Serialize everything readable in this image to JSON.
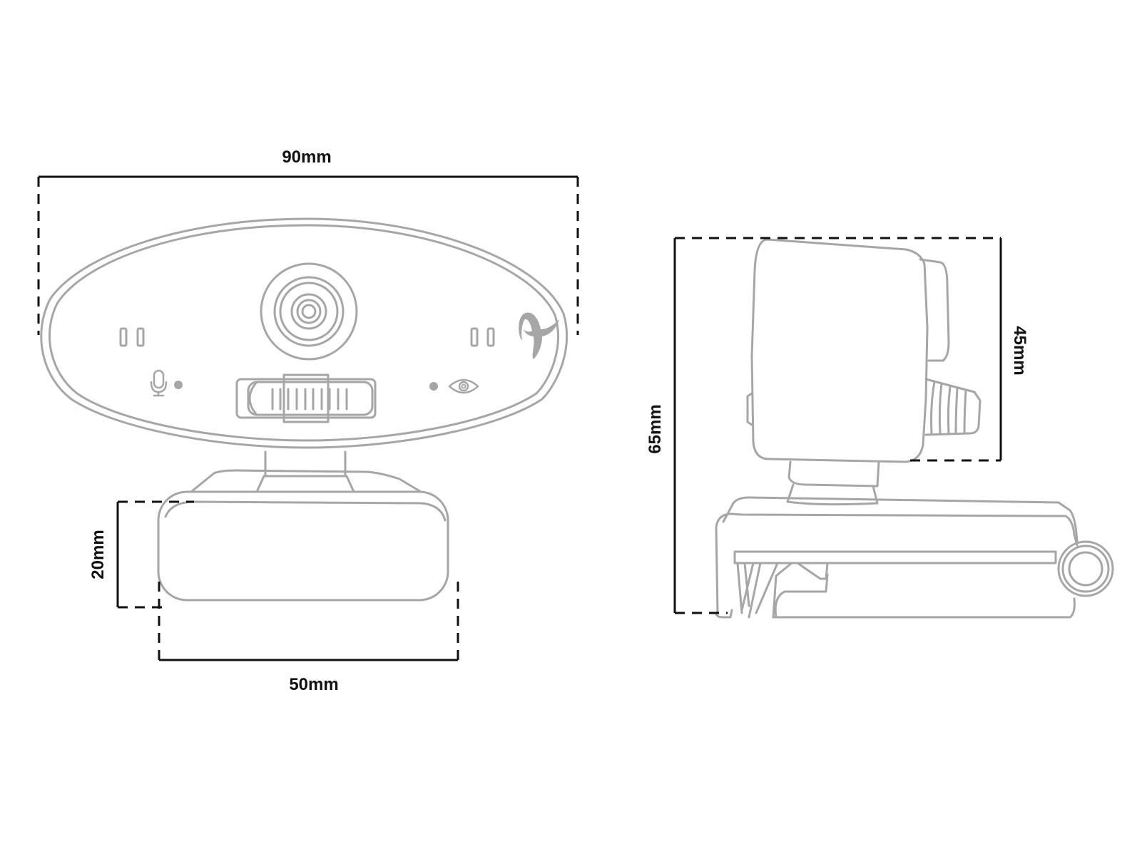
{
  "dimensions": {
    "width_front": "90mm",
    "base_width": "50mm",
    "base_height": "20mm",
    "total_height": "65mm",
    "camera_height": "45mm"
  },
  "colors": {
    "outline": "#a6a6a6",
    "dimension": "#111111"
  }
}
